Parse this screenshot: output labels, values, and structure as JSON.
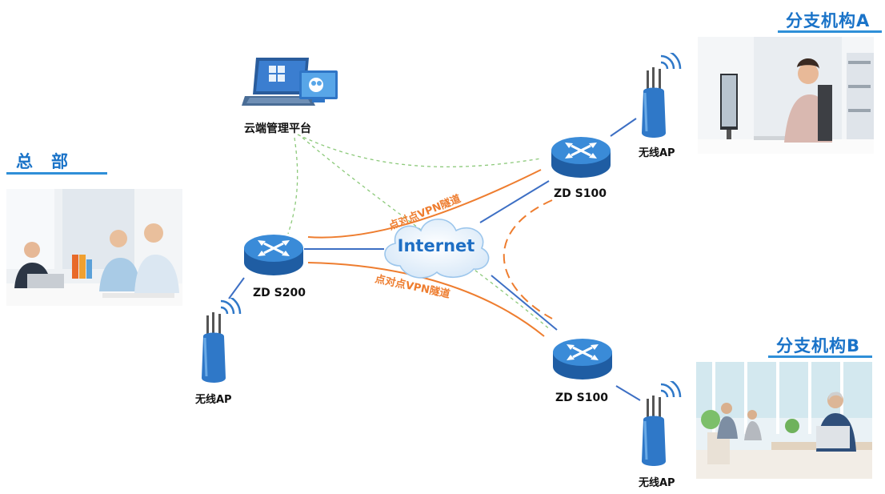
{
  "headquarters": {
    "title": "总　部"
  },
  "branch_a": {
    "title": "分支机构A",
    "router_label": "ZD S100",
    "ap_label": "无线AP"
  },
  "branch_b": {
    "title": "分支机构B",
    "router_label": "ZD S100",
    "ap_label": "无线AP"
  },
  "hq_router": {
    "label": "ZD S200"
  },
  "hq_ap": {
    "label": "无线AP"
  },
  "cloud_platform": {
    "label": "云端管理平台"
  },
  "internet": {
    "label": "Internet"
  },
  "tunnels": {
    "upper_label": "点对点VPN隧道",
    "lower_label": "点对点VPN隧道"
  },
  "colors": {
    "tunnel": "#ee7d2f",
    "link": "#3d6fc4",
    "mgmt": "#8cc97a",
    "title": "#1a73c8",
    "router": "#2f78c8"
  },
  "icons": {
    "router": "router-icon",
    "ap": "wireless-ap-icon",
    "cloud": "cloud-icon",
    "laptop": "laptop-monitor-icon"
  }
}
